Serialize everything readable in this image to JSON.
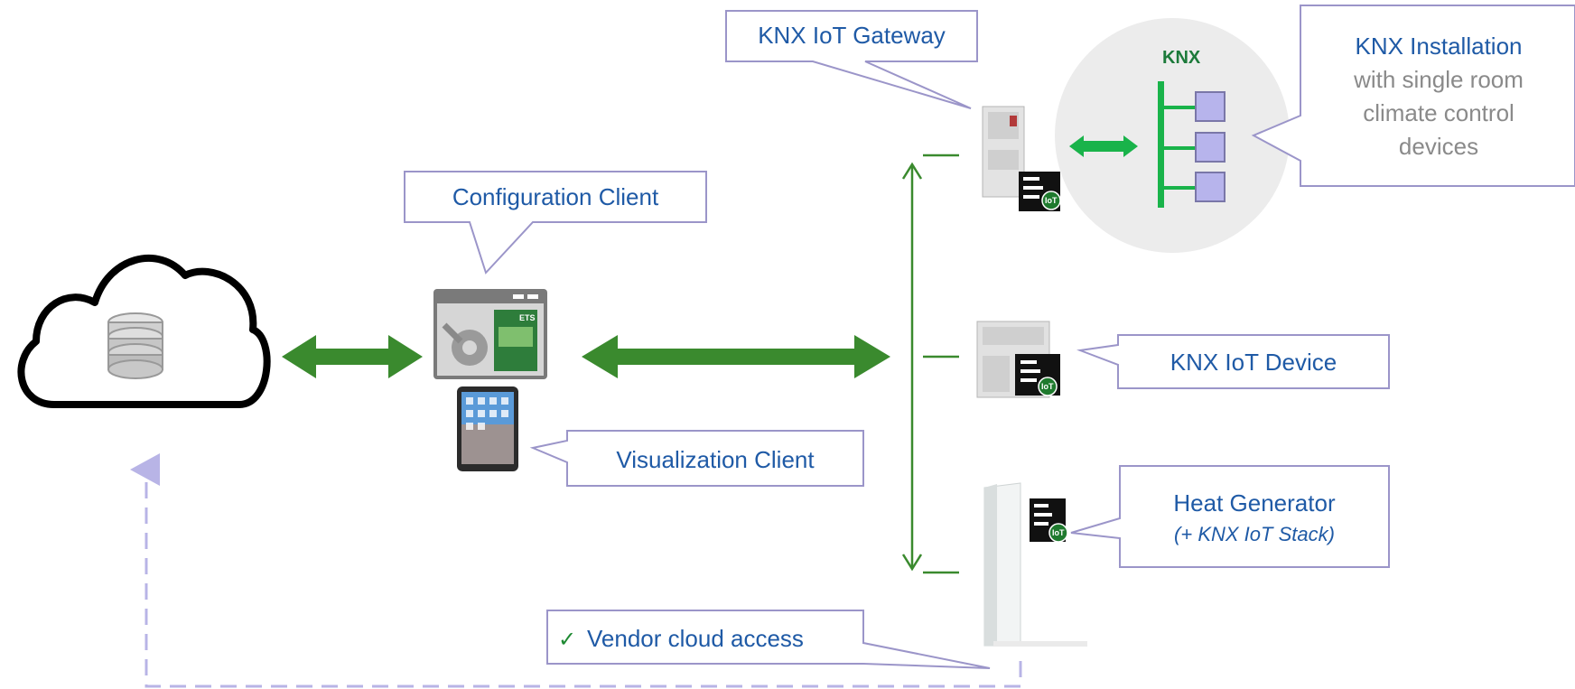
{
  "callouts": {
    "gateway": "KNX IoT Gateway",
    "config_client": "Configuration Client",
    "installation_title": "KNX Installation",
    "installation_line1": "with single room",
    "installation_line2": "climate control",
    "installation_line3": "devices",
    "device": "KNX IoT Device",
    "visualization_client": "Visualization Client",
    "heat_generator": "Heat Generator",
    "heat_generator_sub": "(+ KNX IoT Stack)",
    "vendor_cloud": "Vendor cloud access",
    "check_mark": "✓"
  },
  "badges": {
    "iot": "IoT",
    "ets": "ETS"
  },
  "logo": {
    "knx": "KNX"
  },
  "colors": {
    "arrow_green": "#3a8a2e",
    "bus_green": "#19b34a",
    "callout_border": "#9b95c9",
    "callout_text": "#1f5aa6",
    "dashed_line": "#b8b4e6",
    "knx_circle": "#ececec"
  },
  "icons": [
    "cloud-database-icon",
    "configuration-app-icon",
    "tablet-icon",
    "gateway-device-icon",
    "iot-device-icon",
    "heat-generator-icon",
    "knx-bus-icon"
  ]
}
